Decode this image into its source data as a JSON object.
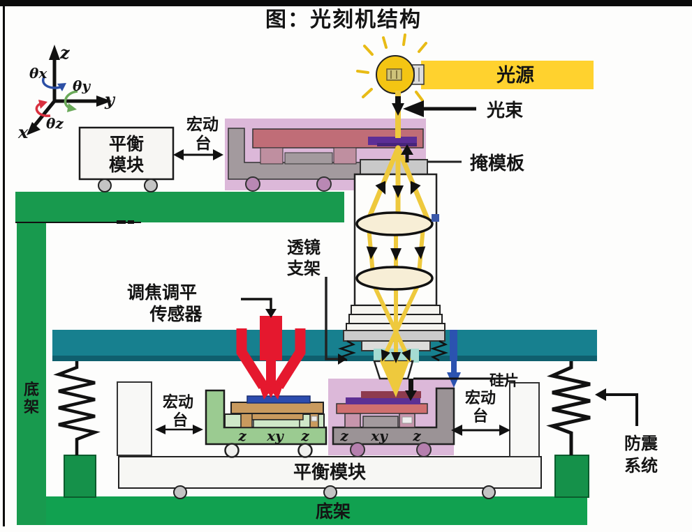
{
  "title": "图：光刻机结构",
  "coord": {
    "z": "z",
    "y": "y",
    "x": "x",
    "theta_x": "θx",
    "theta_y": "θy",
    "theta_z": "θz"
  },
  "labels": {
    "balance_top_l1": "平衡",
    "balance_top_l2": "模块",
    "macro_top_l1": "宏动",
    "macro_top_l2": "台",
    "light_source": "光源",
    "light_beam": "光束",
    "mask_plate": "掩模板",
    "lens_l1": "透镜",
    "lens_l2": "支架",
    "sensor_l1": "调焦调平",
    "sensor_l2": "传感器",
    "macro_left_l1": "宏动",
    "macro_left_l2": "台",
    "macro_right_l1": "宏动",
    "macro_right_l2": "台",
    "silicon_wafer": "硅片",
    "anti_vib_l1": "防震",
    "anti_vib_l2": "系统",
    "balance_bottom": "平衡模块",
    "base_bottom": "底架",
    "base_left_l1": "底",
    "base_left_l2": "架",
    "axis_z": "z",
    "axis_xy": "xy"
  },
  "colors": {
    "frame_green": "#189a4e",
    "beam_teal": "#17808f",
    "stage_pink": "#dcb8d9",
    "stage_mauve": "#c06d77",
    "mask_purple": "#5d3093",
    "sensor_red": "#e5182e",
    "beam_yellow": "#eec93d",
    "source_yellow": "#ffd22e",
    "stage_green": "#9bcb91",
    "wafer_blue": "#2c4cae",
    "platform_tan": "#c99a5e",
    "frame_gray": "#9b9396"
  }
}
